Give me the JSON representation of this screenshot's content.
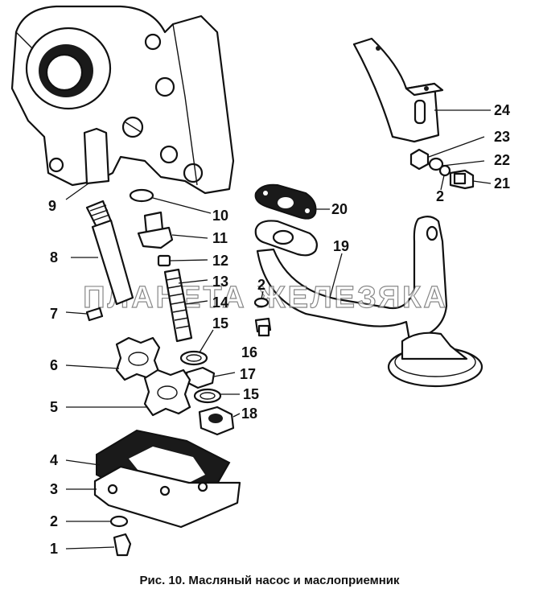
{
  "caption": "Рис. 10. Масляный насос и маслоприемник",
  "watermark": "ПЛАНЕТА ЖЕЛЕЗЯКА",
  "callouts": {
    "c1": "1",
    "c2a": "2",
    "c3": "3",
    "c4": "4",
    "c5": "5",
    "c6": "6",
    "c7": "7",
    "c8": "8",
    "c9": "9",
    "c10": "10",
    "c11": "11",
    "c12": "12",
    "c13": "13",
    "c14": "14",
    "c15a": "15",
    "c15b": "15",
    "c16": "16",
    "c17": "17",
    "c18": "18",
    "c19": "19",
    "c20": "20",
    "c21": "21",
    "c22": "22",
    "c23": "23",
    "c24": "24",
    "c2b": "2",
    "c2c": "2"
  }
}
